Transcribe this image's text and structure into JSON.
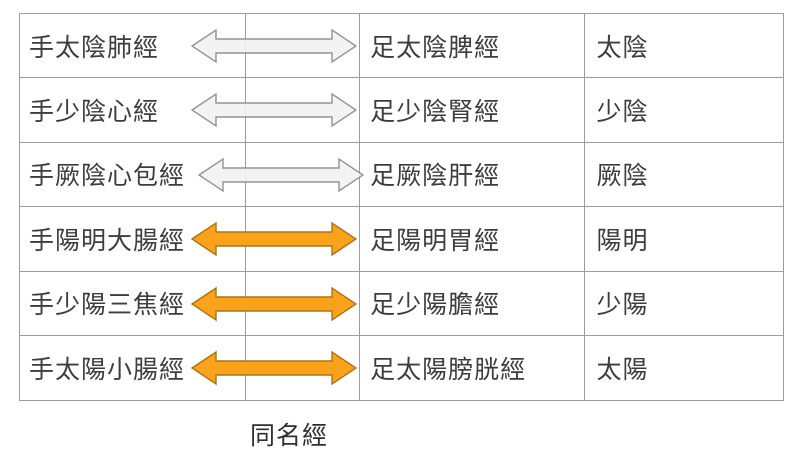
{
  "table": {
    "description_caption": "同名經",
    "rows": [
      {
        "hand": "手太陰肺經",
        "foot": "足太陰脾經",
        "group": "太陰",
        "arrow": "gray-double-arrow"
      },
      {
        "hand": "手少陰心經",
        "foot": "足少陰腎經",
        "group": "少陰",
        "arrow": "gray-double-arrow"
      },
      {
        "hand": "手厥陰心包經",
        "foot": "足厥陰肝經",
        "group": "厥陰",
        "arrow": "gray-double-arrow"
      },
      {
        "hand": "手陽明大腸經",
        "foot": "足陽明胃經",
        "group": "陽明",
        "arrow": "orange-double-arrow"
      },
      {
        "hand": "手少陽三焦經",
        "foot": "足少陽膽經",
        "group": "少陽",
        "arrow": "orange-double-arrow"
      },
      {
        "hand": "手太陽小腸經",
        "foot": "足太陽膀胱經",
        "group": "太陽",
        "arrow": "orange-double-arrow"
      }
    ]
  },
  "colors": {
    "grid_line": "#9d9d9d",
    "text": "#3d3d3d",
    "gray_arrow_fill": "#f2f2f2",
    "gray_arrow_stroke": "#8a8a8a",
    "orange_arrow_fill": "#faa21a",
    "orange_arrow_stroke": "#a97417"
  }
}
